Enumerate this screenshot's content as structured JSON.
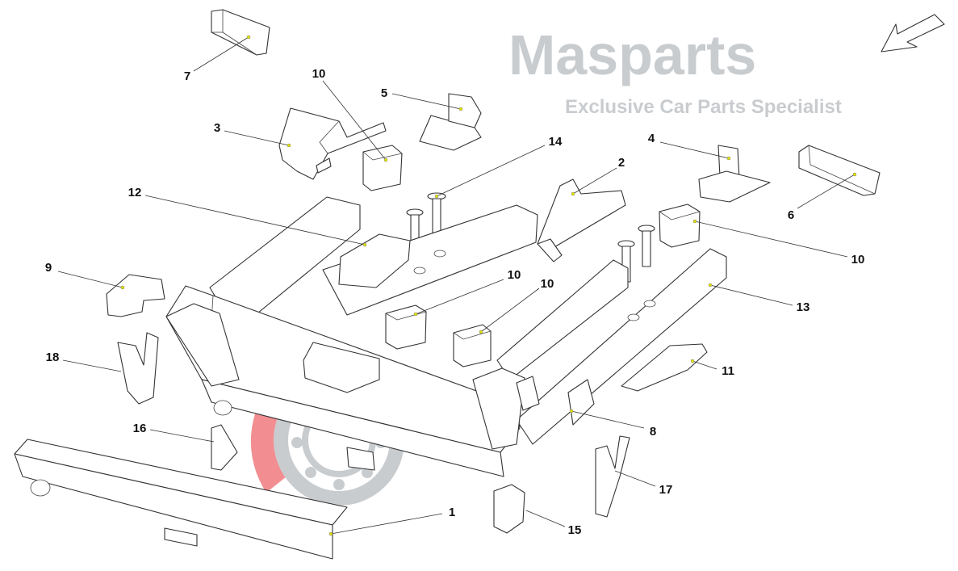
{
  "diagram": {
    "title": "Frame parts exploded view",
    "watermark": {
      "brand": "Masparts",
      "tagline": "Exclusive Car Parts Specialist"
    },
    "callouts": [
      {
        "label": "7"
      },
      {
        "label": "10"
      },
      {
        "label": "5"
      },
      {
        "label": "3"
      },
      {
        "label": "14"
      },
      {
        "label": "2"
      },
      {
        "label": "4"
      },
      {
        "label": "6"
      },
      {
        "label": "12"
      },
      {
        "label": "10"
      },
      {
        "label": "9"
      },
      {
        "label": "10"
      },
      {
        "label": "10"
      },
      {
        "label": "13"
      },
      {
        "label": "18"
      },
      {
        "label": "11"
      },
      {
        "label": "8"
      },
      {
        "label": "16"
      },
      {
        "label": "1"
      },
      {
        "label": "17"
      },
      {
        "label": "15"
      }
    ],
    "colors": {
      "marker": "#e6e600",
      "watermark_red": "#e8333a",
      "watermark_grey": "#b8bcc0"
    }
  }
}
